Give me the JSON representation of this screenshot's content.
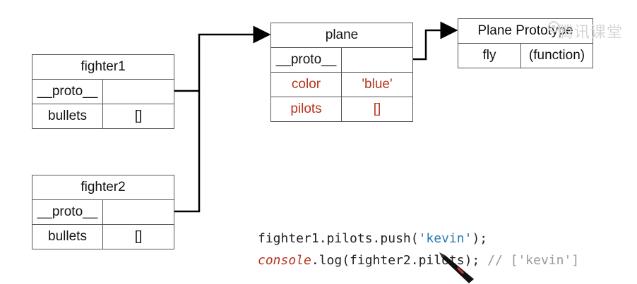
{
  "fighter1": {
    "title": "fighter1",
    "rows": [
      {
        "key": "__proto__",
        "value": ""
      },
      {
        "key": "bullets",
        "value": "[]"
      }
    ]
  },
  "fighter2": {
    "title": "fighter2",
    "rows": [
      {
        "key": "__proto__",
        "value": ""
      },
      {
        "key": "bullets",
        "value": "[]"
      }
    ]
  },
  "plane": {
    "title": "plane",
    "rows": [
      {
        "key": "__proto__",
        "value": ""
      },
      {
        "key": "color",
        "value": "'blue'"
      },
      {
        "key": "pilots",
        "value": "[]"
      }
    ]
  },
  "plane_prototype": {
    "title": "Plane Prototype",
    "rows": [
      {
        "key": "fly",
        "value": "(function)"
      }
    ]
  },
  "code": {
    "line1_a": "fighter1.pilots.push(",
    "line1_str": "'kevin'",
    "line1_b": ");",
    "line2_kw": "console",
    "line2_a": ".log(fighter2.pilots); ",
    "line2_comment": "// ['kevin']"
  },
  "watermark": "腾讯课堂",
  "colors": {
    "highlight": "#b5341e",
    "string": "#2a7ab0",
    "comment": "#999999"
  }
}
